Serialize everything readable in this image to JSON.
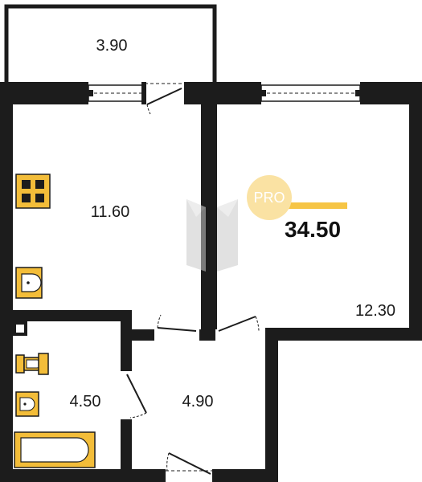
{
  "rooms": [
    {
      "id": "balcony",
      "area": "3.90"
    },
    {
      "id": "kitchen",
      "area": "11.60"
    },
    {
      "id": "living",
      "area": "12.30"
    },
    {
      "id": "bathroom",
      "area": "4.50"
    },
    {
      "id": "hall",
      "area": "4.90"
    }
  ],
  "total_area": "34.50",
  "badge": {
    "text": "PRO"
  },
  "colors": {
    "wall": "#1c1c1c",
    "fixture": "#f3bd39",
    "badge_circle": "#fae2a3",
    "badge_line": "#f6c545",
    "watermark": "#c9c9c9",
    "background": "#ffffff"
  },
  "icons": [
    "stove-icon",
    "sink-icon",
    "toilet-icon",
    "washbasin-icon",
    "bathtub-icon",
    "door-icon",
    "window-icon",
    "watermark-logo"
  ]
}
